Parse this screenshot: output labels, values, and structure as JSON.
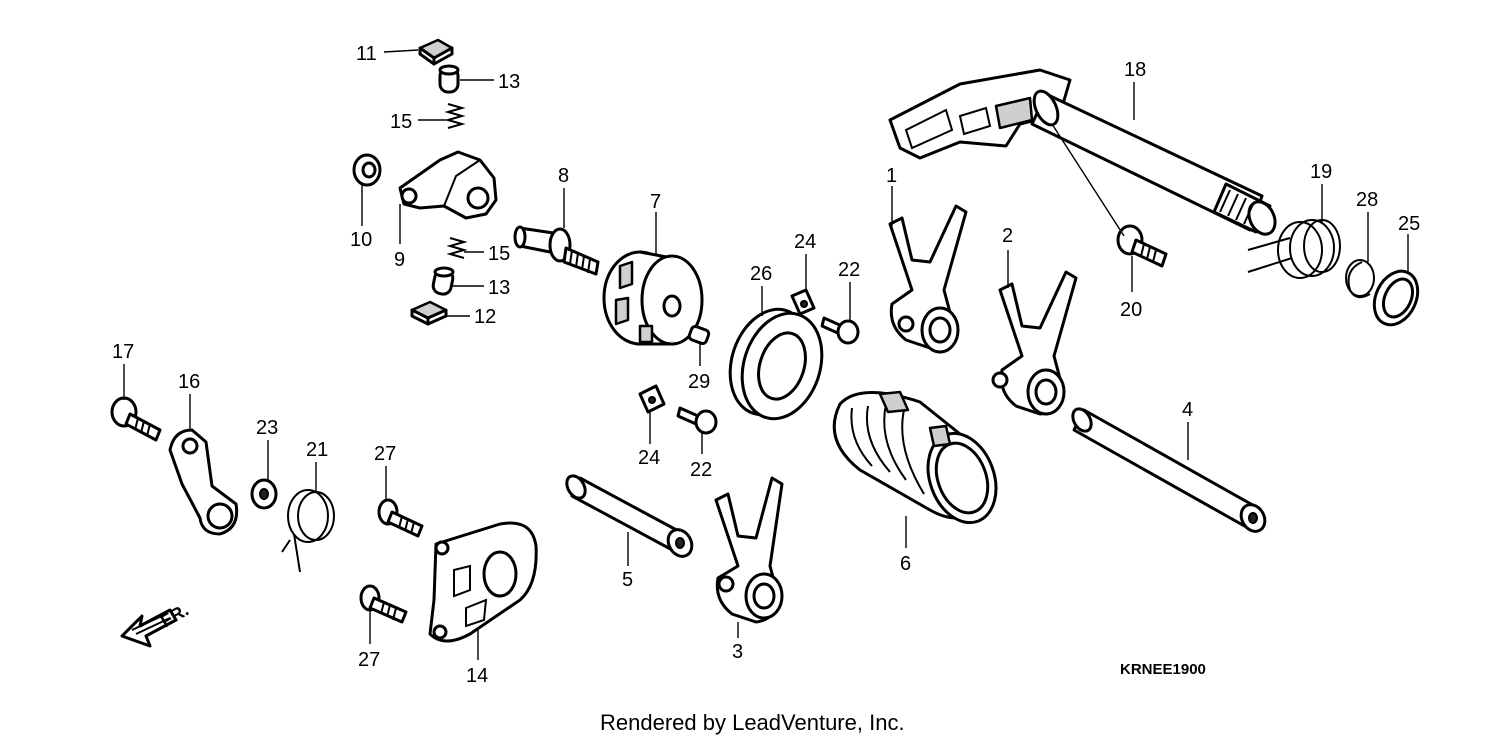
{
  "diagram": {
    "part_numbers": [
      "1",
      "2",
      "3",
      "4",
      "5",
      "6",
      "7",
      "8",
      "9",
      "10",
      "11",
      "12",
      "13",
      "13",
      "14",
      "15",
      "15",
      "16",
      "17",
      "18",
      "19",
      "20",
      "21",
      "22",
      "22",
      "23",
      "24",
      "24",
      "25",
      "26",
      "27",
      "27",
      "28",
      "29"
    ],
    "direction_label": "FR.",
    "drawing_code": "KRNEE1900",
    "credit": "Rendered by LeadVenture, Inc."
  }
}
